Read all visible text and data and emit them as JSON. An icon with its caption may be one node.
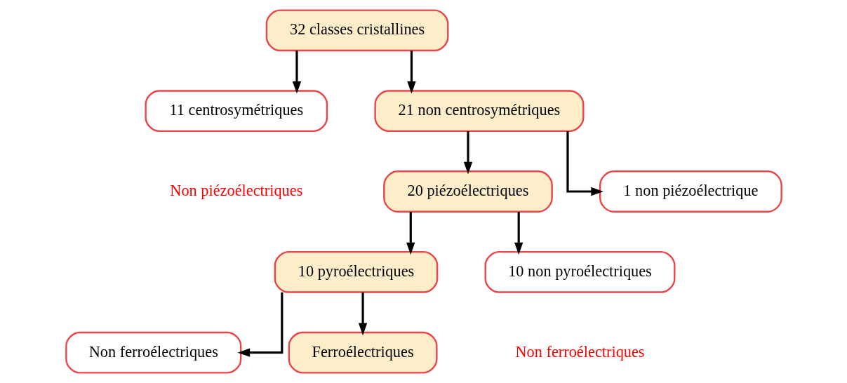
{
  "diagram": {
    "nodes": [
      {
        "text": [
          "32 classes cristallines"
        ]
      },
      {
        "text": [
          "11 centrosymétriques"
        ],
        "beside": [
          "Non piézoélectriques"
        ]
      },
      {
        "text": [
          "21 non centrosymétriques"
        ]
      },
      {
        "text": [
          "20 piézoélectriques"
        ]
      },
      {
        "text": [
          "1 non piézoélectrique"
        ]
      },
      {
        "text": [
          "10 pyroélectriques"
        ]
      },
      {
        "text": [
          "10 non pyroélectriques"
        ],
        "beside": [
          "Non ferroélectriques"
        ]
      },
      {
        "text": [
          "Non ferroélectriques"
        ]
      },
      {
        "text": [
          "Ferroélectriques"
        ]
      }
    ],
    "edges": [
      {
        "from": 0,
        "to": 1,
        "arrow": "to"
      },
      {
        "from": 0,
        "to": 2,
        "arrow": "to"
      },
      {
        "from": 2,
        "to": 3,
        "arrow": "to"
      },
      {
        "from": 2,
        "to": 4,
        "arrow": "to"
      },
      {
        "from": 3,
        "to": 5,
        "arrow": "to"
      },
      {
        "from": 3,
        "to": 6,
        "arrow": "to"
      },
      {
        "from": 5,
        "to": 7,
        "arrow": "to"
      },
      {
        "from": 5,
        "to": 8,
        "arrow": "to"
      }
    ]
  }
}
